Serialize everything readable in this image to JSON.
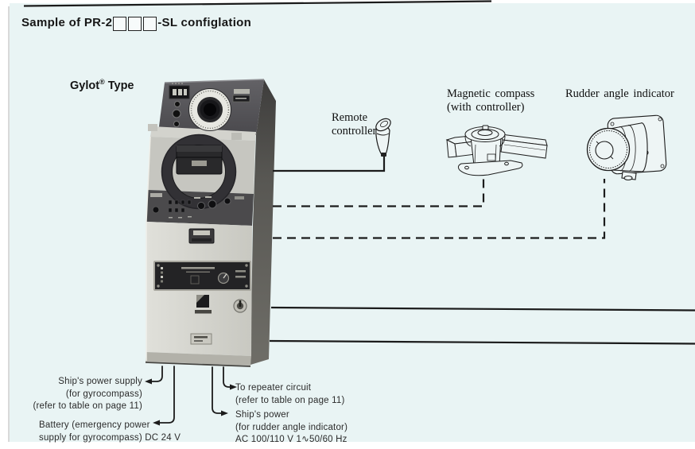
{
  "page": {
    "title_prefix": "Sample of PR-2",
    "title_suffix": "-SL configlation"
  },
  "console": {
    "brand": "Gylot",
    "reg_mark": "®",
    "type_suffix": " Type"
  },
  "devices": {
    "remote_controller": {
      "line1": "Remote",
      "line2": "controller"
    },
    "magnetic_compass": {
      "line1": "Magnetic compass",
      "line2": "(with controller)"
    },
    "rudder_angle_indicator": {
      "line1": "Rudder angle indicator"
    }
  },
  "annotations": {
    "gyro_power": {
      "line1": "Ship's power supply",
      "line2": "(for gyrocompass)",
      "line3": "(refer to table on page 11)"
    },
    "battery": {
      "line1": "Battery (emergency power",
      "line2": "supply for gyrocompass) DC 24 V"
    },
    "repeater": {
      "line1": "To repeater circuit",
      "line2": "(refer to table on page 11)"
    },
    "rudder_power": {
      "line1": "Ship's power",
      "line2": "(for rudder angle indicator)",
      "line3": "AC 100/110 V 1∿50/60 Hz"
    }
  },
  "colors": {
    "paper": "#e9f4f4",
    "ink": "#1b1b1b",
    "cabinet_light": "#d8d8d2",
    "panel_dark": "#4b4a4c"
  }
}
